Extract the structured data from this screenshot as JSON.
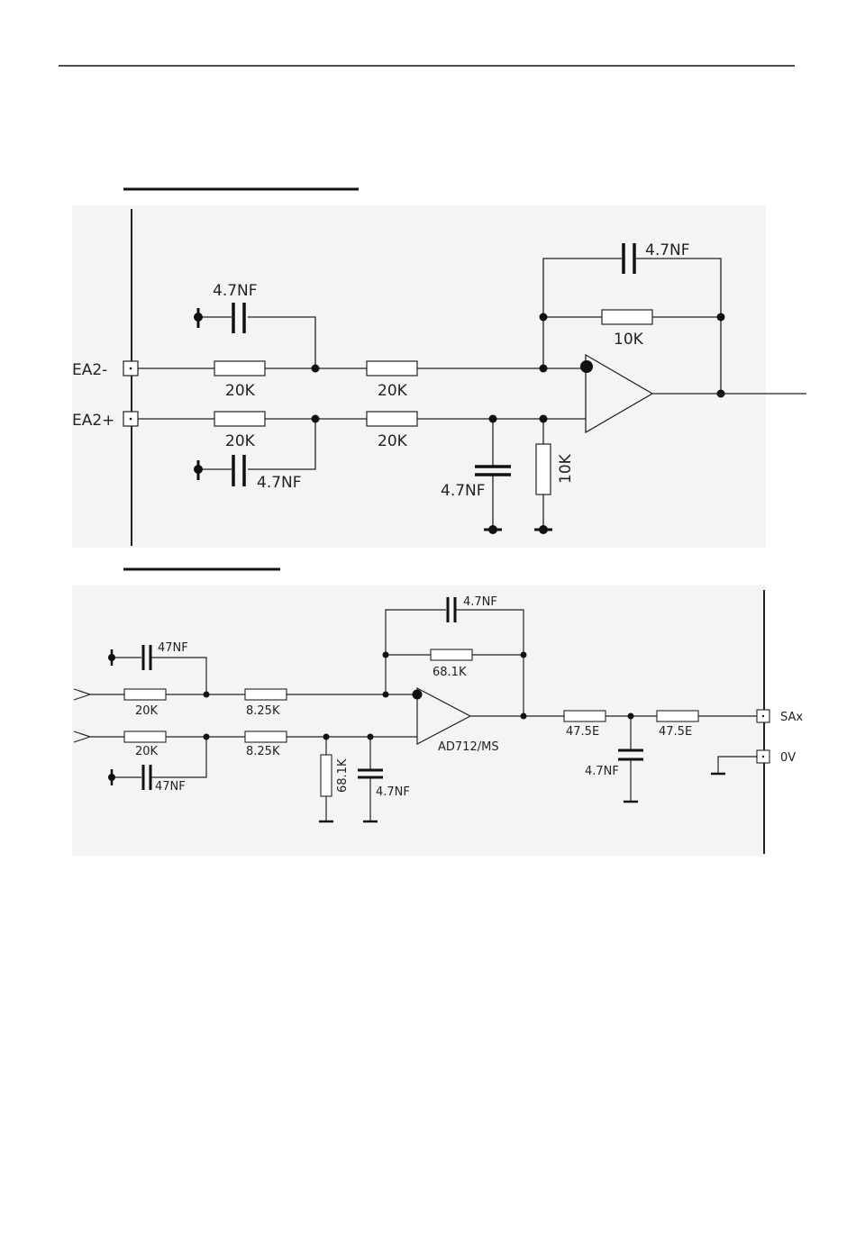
{
  "circuit1": {
    "terminals": {
      "in_minus": "EA2-",
      "in_plus": "EA2+"
    },
    "resistors": {
      "r1": "20K",
      "r2": "20K",
      "r3": "20K",
      "r4": "20K",
      "r_feedback": "10K",
      "r_ground": "10K"
    },
    "capacitors": {
      "c_top": "4.7NF",
      "c_bottom": "4.7NF",
      "c_ground": "4.7NF",
      "c_feedback": "4.7NF"
    }
  },
  "circuit2": {
    "opamp": "AD712/MS",
    "resistors": {
      "r1": "20K",
      "r2": "20K",
      "r3": "8.25K",
      "r4": "8.25K",
      "r_feedback": "68.1K",
      "r_ground": "68.1K",
      "r_out1": "47.5E",
      "r_out2": "47.5E"
    },
    "capacitors": {
      "c_top": "47NF",
      "c_bottom": "47NF",
      "c_feedback": "4.7NF",
      "c_ground": "4.7NF",
      "c_out": "4.7NF"
    },
    "terminals": {
      "out": "SAx",
      "gnd": "0V"
    }
  }
}
